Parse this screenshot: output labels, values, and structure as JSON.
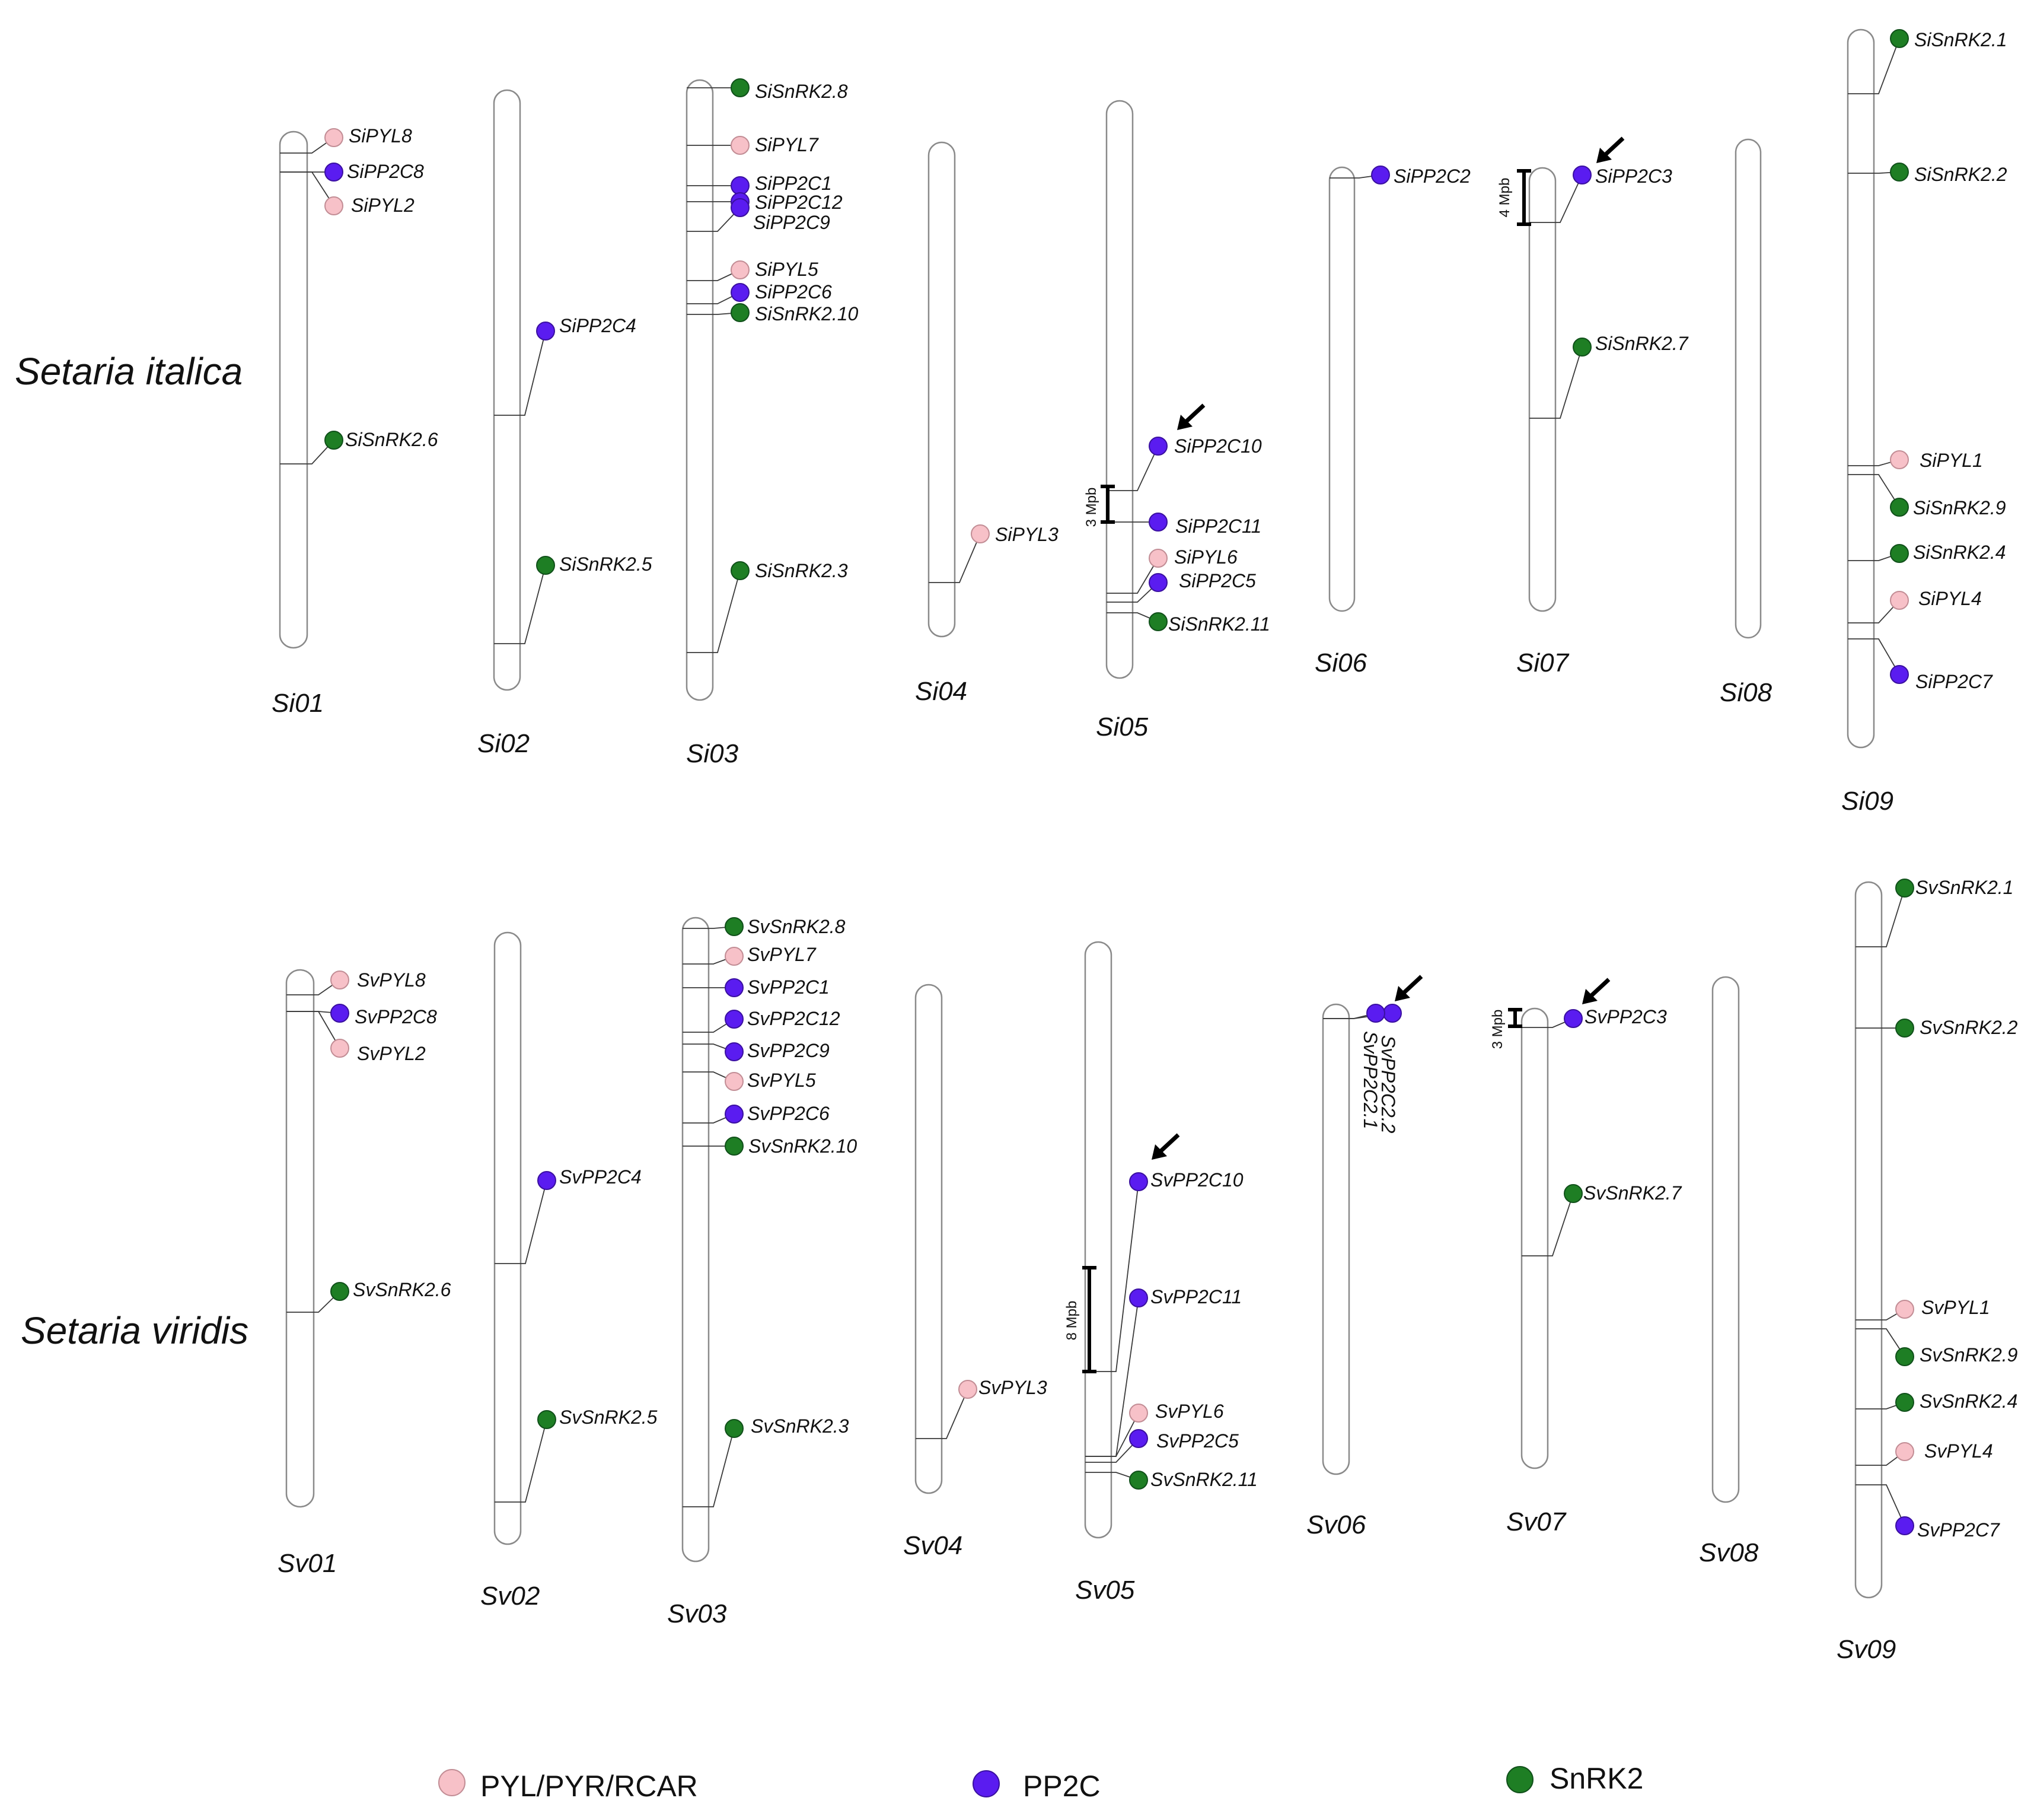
{
  "colors": {
    "PYL": "#f7c1c8",
    "PYL_stroke": "#c28d95",
    "PP2C": "#5a1cf0",
    "PP2C_stroke": "#3a10a0",
    "SnRK2": "#1e7e24",
    "SnRK2_stroke": "#10501a"
  },
  "species": [
    {
      "name": "Setaria italica"
    },
    {
      "name": "Setaria viridis"
    }
  ],
  "chromosomes": [
    {
      "label": "Si01"
    },
    {
      "label": "Si02"
    },
    {
      "label": "Si03"
    },
    {
      "label": "Si04"
    },
    {
      "label": "Si05"
    },
    {
      "label": "Si06"
    },
    {
      "label": "Si07"
    },
    {
      "label": "Si08"
    },
    {
      "label": "Si09"
    },
    {
      "label": "Sv01"
    },
    {
      "label": "Sv02"
    },
    {
      "label": "Sv03"
    },
    {
      "label": "Sv04"
    },
    {
      "label": "Sv05"
    },
    {
      "label": "Sv06"
    },
    {
      "label": "Sv07"
    },
    {
      "label": "Sv08"
    },
    {
      "label": "Sv09"
    }
  ],
  "genes": [
    {
      "name": "SiPYL8",
      "type": "PYL"
    },
    {
      "name": "SiPP2C8",
      "type": "PP2C"
    },
    {
      "name": "SiPYL2",
      "type": "PYL"
    },
    {
      "name": "SiSnRK2.6",
      "type": "SnRK2"
    },
    {
      "name": "SiPP2C4",
      "type": "PP2C"
    },
    {
      "name": "SiSnRK2.5",
      "type": "SnRK2"
    },
    {
      "name": "SiSnRK2.8",
      "type": "SnRK2"
    },
    {
      "name": "SiPYL7",
      "type": "PYL"
    },
    {
      "name": "SiPP2C1",
      "type": "PP2C"
    },
    {
      "name": "SiPP2C12",
      "type": "PP2C"
    },
    {
      "name": "SiPP2C9",
      "type": "PP2C"
    },
    {
      "name": "SiPYL5",
      "type": "PYL"
    },
    {
      "name": "SiPP2C6",
      "type": "PP2C"
    },
    {
      "name": "SiSnRK2.10",
      "type": "SnRK2"
    },
    {
      "name": "SiSnRK2.3",
      "type": "SnRK2"
    },
    {
      "name": "SiPYL3",
      "type": "PYL"
    },
    {
      "name": "SiPP2C10",
      "type": "PP2C"
    },
    {
      "name": "SiPP2C11",
      "type": "PP2C"
    },
    {
      "name": "SiPYL6",
      "type": "PYL"
    },
    {
      "name": "SiPP2C5",
      "type": "PP2C"
    },
    {
      "name": "SiSnRK2.11",
      "type": "SnRK2"
    },
    {
      "name": "SiPP2C2",
      "type": "PP2C"
    },
    {
      "name": "SiPP2C3",
      "type": "PP2C"
    },
    {
      "name": "SiSnRK2.7",
      "type": "SnRK2"
    },
    {
      "name": "SiSnRK2.1",
      "type": "SnRK2"
    },
    {
      "name": "SiSnRK2.2",
      "type": "SnRK2"
    },
    {
      "name": "SiPYL1",
      "type": "PYL"
    },
    {
      "name": "SiSnRK2.9",
      "type": "SnRK2"
    },
    {
      "name": "SiSnRK2.4",
      "type": "SnRK2"
    },
    {
      "name": "SiPYL4",
      "type": "PYL"
    },
    {
      "name": "SiPP2C7",
      "type": "PP2C"
    },
    {
      "name": "SvPYL8",
      "type": "PYL"
    },
    {
      "name": "SvPP2C8",
      "type": "PP2C"
    },
    {
      "name": "SvPYL2",
      "type": "PYL"
    },
    {
      "name": "SvSnRK2.6",
      "type": "SnRK2"
    },
    {
      "name": "SvPP2C4",
      "type": "PP2C"
    },
    {
      "name": "SvSnRK2.5",
      "type": "SnRK2"
    },
    {
      "name": "SvSnRK2.8",
      "type": "SnRK2"
    },
    {
      "name": "SvPYL7",
      "type": "PYL"
    },
    {
      "name": "SvPP2C1",
      "type": "PP2C"
    },
    {
      "name": "SvPP2C12",
      "type": "PP2C"
    },
    {
      "name": "SvPP2C9",
      "type": "PP2C"
    },
    {
      "name": "SvPYL5",
      "type": "PYL"
    },
    {
      "name": "SvPP2C6",
      "type": "PP2C"
    },
    {
      "name": "SvSnRK2.10",
      "type": "SnRK2"
    },
    {
      "name": "SvSnRK2.3",
      "type": "SnRK2"
    },
    {
      "name": "SvPYL3",
      "type": "PYL"
    },
    {
      "name": "SvPP2C10",
      "type": "PP2C"
    },
    {
      "name": "SvPP2C11",
      "type": "PP2C"
    },
    {
      "name": "SvPYL6",
      "type": "PYL"
    },
    {
      "name": "SvPP2C5",
      "type": "PP2C"
    },
    {
      "name": "SvSnRK2.11",
      "type": "SnRK2"
    },
    {
      "name": "SvPP2C2.2",
      "type": "PP2C"
    },
    {
      "name": "SvPP2C2.1",
      "type": "PP2C"
    },
    {
      "name": "SvPP2C3",
      "type": "PP2C"
    },
    {
      "name": "SvSnRK2.7",
      "type": "SnRK2"
    },
    {
      "name": "SvSnRK2.1",
      "type": "SnRK2"
    },
    {
      "name": "SvSnRK2.2",
      "type": "SnRK2"
    },
    {
      "name": "SvPYL1",
      "type": "PYL"
    },
    {
      "name": "SvSnRK2.9",
      "type": "SnRK2"
    },
    {
      "name": "SvSnRK2.4",
      "type": "SnRK2"
    },
    {
      "name": "SvPYL4",
      "type": "PYL"
    },
    {
      "name": "SvPP2C7",
      "type": "PP2C"
    }
  ],
  "scale_bars": [
    {
      "label": "3 Mpb"
    },
    {
      "label": "4 Mpb"
    },
    {
      "label": "8 Mpb"
    },
    {
      "label": "3 Mpb"
    }
  ],
  "legend": [
    {
      "label": "PYL/PYR/RCAR",
      "type": "PYL"
    },
    {
      "label": "PP2C",
      "type": "PP2C"
    },
    {
      "label": "SnRK2",
      "type": "SnRK2"
    }
  ]
}
